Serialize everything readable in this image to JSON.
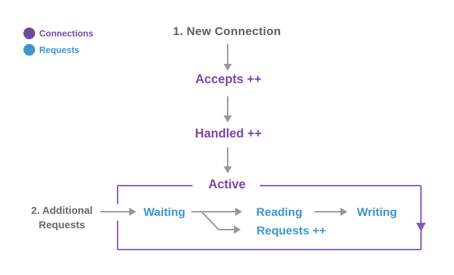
{
  "legend": {
    "items": [
      {
        "id": "connections",
        "label": "Connections",
        "color": "#6e4aa0"
      },
      {
        "id": "requests",
        "label": "Requests",
        "color": "#3d97cb"
      }
    ]
  },
  "diagram": {
    "title": "1. New Connection",
    "nodes": {
      "accepts": "Accepts ++",
      "handled": "Handled ++",
      "active_group": "Active",
      "additional_requests": "2. Additional\nRequests",
      "waiting": "Waiting",
      "reading": "Reading",
      "writing": "Writing",
      "requests_increment": "Requests ++"
    },
    "edges": [
      "1. New Connection -> Accepts ++",
      "Accepts ++ -> Handled ++",
      "Handled ++ -> Active",
      "2. Additional Requests -> Waiting",
      "Waiting -> Reading",
      "Waiting -> Requests ++",
      "Reading -> Writing",
      "Active right border -> down (loop)"
    ]
  },
  "colors": {
    "background": "#ffffff",
    "purple_text": "#7d46a6",
    "purple_border": "#8c55bd",
    "blue_text": "#3b97cf",
    "gray_text": "#5d5d61",
    "gray_arrow": "#97979b"
  }
}
